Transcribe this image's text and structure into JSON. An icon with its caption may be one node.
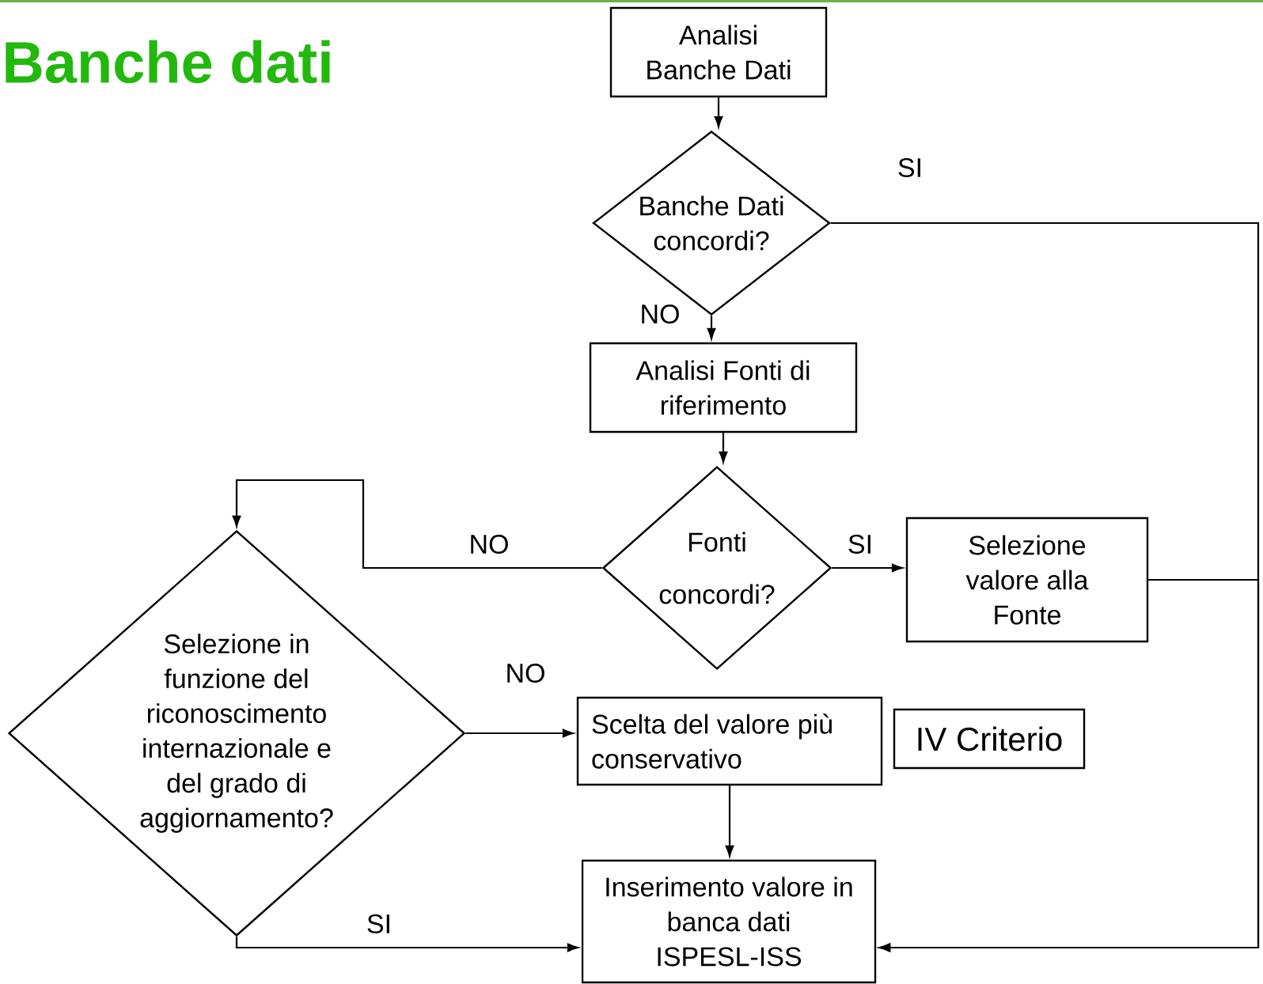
{
  "diagram": {
    "title": "Banche dati",
    "nodes": [
      {
        "text": [
          "Analisi Banche Dati"
        ]
      },
      {
        "text": [
          "Banche Dati concordi?"
        ]
      },
      {
        "text": [
          "Analisi Fonti di riferimento"
        ]
      },
      {
        "text": [
          "Fonti concordi?"
        ]
      },
      {
        "text": [
          "Selezione valore alla Fonte"
        ]
      },
      {
        "text": [
          "Selezione in funzione del riconoscimento internazionale e del grado di aggiornamento?"
        ]
      },
      {
        "text": [
          "Scelta del valore più conservativo"
        ]
      },
      {
        "text": [
          "IV Criterio"
        ]
      },
      {
        "text": [
          "Inserimento valore in banca dati ISPESL-ISS"
        ]
      }
    ],
    "edges": [
      {
        "from": 0,
        "to": 1,
        "arrow": "to"
      },
      {
        "from": 1,
        "to": 2,
        "arrow": "to",
        "label": "NO"
      },
      {
        "from": 1,
        "to": 8,
        "arrow": "to",
        "label": "SI"
      },
      {
        "from": 2,
        "to": 3,
        "arrow": "to"
      },
      {
        "from": 3,
        "to": 4,
        "arrow": "to",
        "label": "SI"
      },
      {
        "from": 3,
        "to": 5,
        "arrow": "to",
        "label": "NO"
      },
      {
        "from": 4,
        "to": 8,
        "arrow": "to"
      },
      {
        "from": 5,
        "to": 6,
        "arrow": "to",
        "label": "NO"
      },
      {
        "from": 6,
        "to": 8,
        "arrow": "to"
      },
      {
        "from": 5,
        "to": 8,
        "arrow": "to",
        "label": "SI"
      }
    ]
  }
}
